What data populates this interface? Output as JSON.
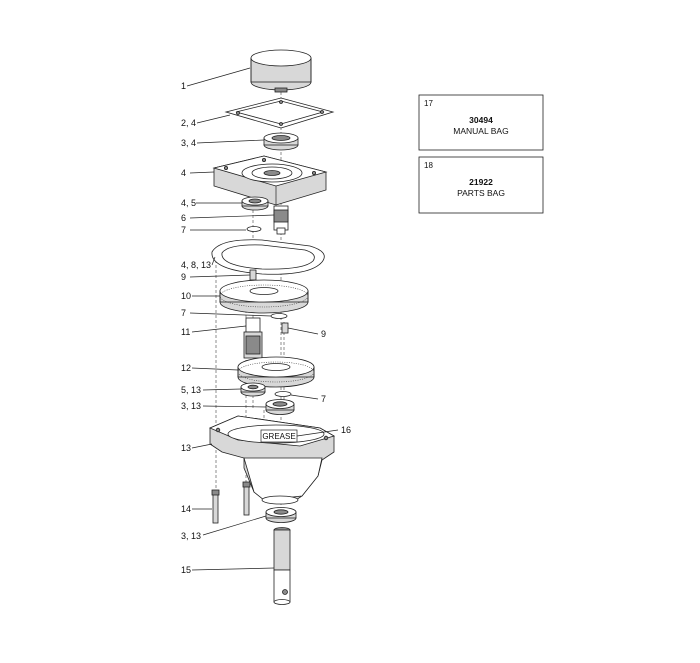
{
  "callouts": [
    {
      "id": "c1",
      "text": "1"
    },
    {
      "id": "c2",
      "text": "2, 4"
    },
    {
      "id": "c3",
      "text": "3, 4"
    },
    {
      "id": "c4",
      "text": "4"
    },
    {
      "id": "c5",
      "text": "4, 5"
    },
    {
      "id": "c6",
      "text": "6"
    },
    {
      "id": "c7a",
      "text": "7"
    },
    {
      "id": "c8",
      "text": "4, 8, 13"
    },
    {
      "id": "c9a",
      "text": "9"
    },
    {
      "id": "c10",
      "text": "10"
    },
    {
      "id": "c7b",
      "text": "7"
    },
    {
      "id": "c9b",
      "text": "9"
    },
    {
      "id": "c11",
      "text": "11"
    },
    {
      "id": "c12",
      "text": "12"
    },
    {
      "id": "c513",
      "text": "5, 13"
    },
    {
      "id": "c7c",
      "text": "7"
    },
    {
      "id": "c313a",
      "text": "3, 13"
    },
    {
      "id": "c16",
      "text": "16"
    },
    {
      "id": "c13",
      "text": "13"
    },
    {
      "id": "c14",
      "text": "14"
    },
    {
      "id": "c313b",
      "text": "3, 13"
    },
    {
      "id": "c15",
      "text": "15"
    }
  ],
  "grease_label": "GREASE",
  "kit_boxes": [
    {
      "item": "17",
      "part_number": "30494",
      "description": "MANUAL BAG"
    },
    {
      "item": "18",
      "part_number": "21922",
      "description": "PARTS BAG"
    }
  ]
}
